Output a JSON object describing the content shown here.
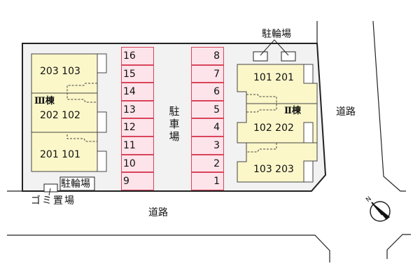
{
  "parking": {
    "label": "駐車場",
    "left_column": [
      "16",
      "15",
      "14",
      "13",
      "12",
      "11",
      "10",
      "9"
    ],
    "right_column": [
      "8",
      "7",
      "6",
      "5",
      "4",
      "3",
      "2",
      "1"
    ]
  },
  "building_3": {
    "label": "Ⅲ棟",
    "units": [
      "203 103",
      "202 102",
      "201 101"
    ]
  },
  "building_2": {
    "label": "Ⅱ棟",
    "units": [
      "101 201",
      "102 202",
      "103 203"
    ]
  },
  "bike_parking_left": "駐輪場",
  "bike_parking_top": "駐輪場",
  "garbage": "ゴミ置場",
  "road_bottom": "道路",
  "road_right": "道路",
  "compass": "N",
  "colors": {
    "building": "#fbf7c9",
    "parking": "#fde3ea",
    "parking_border": "#d9445a",
    "lot": "#f2f2f2"
  }
}
